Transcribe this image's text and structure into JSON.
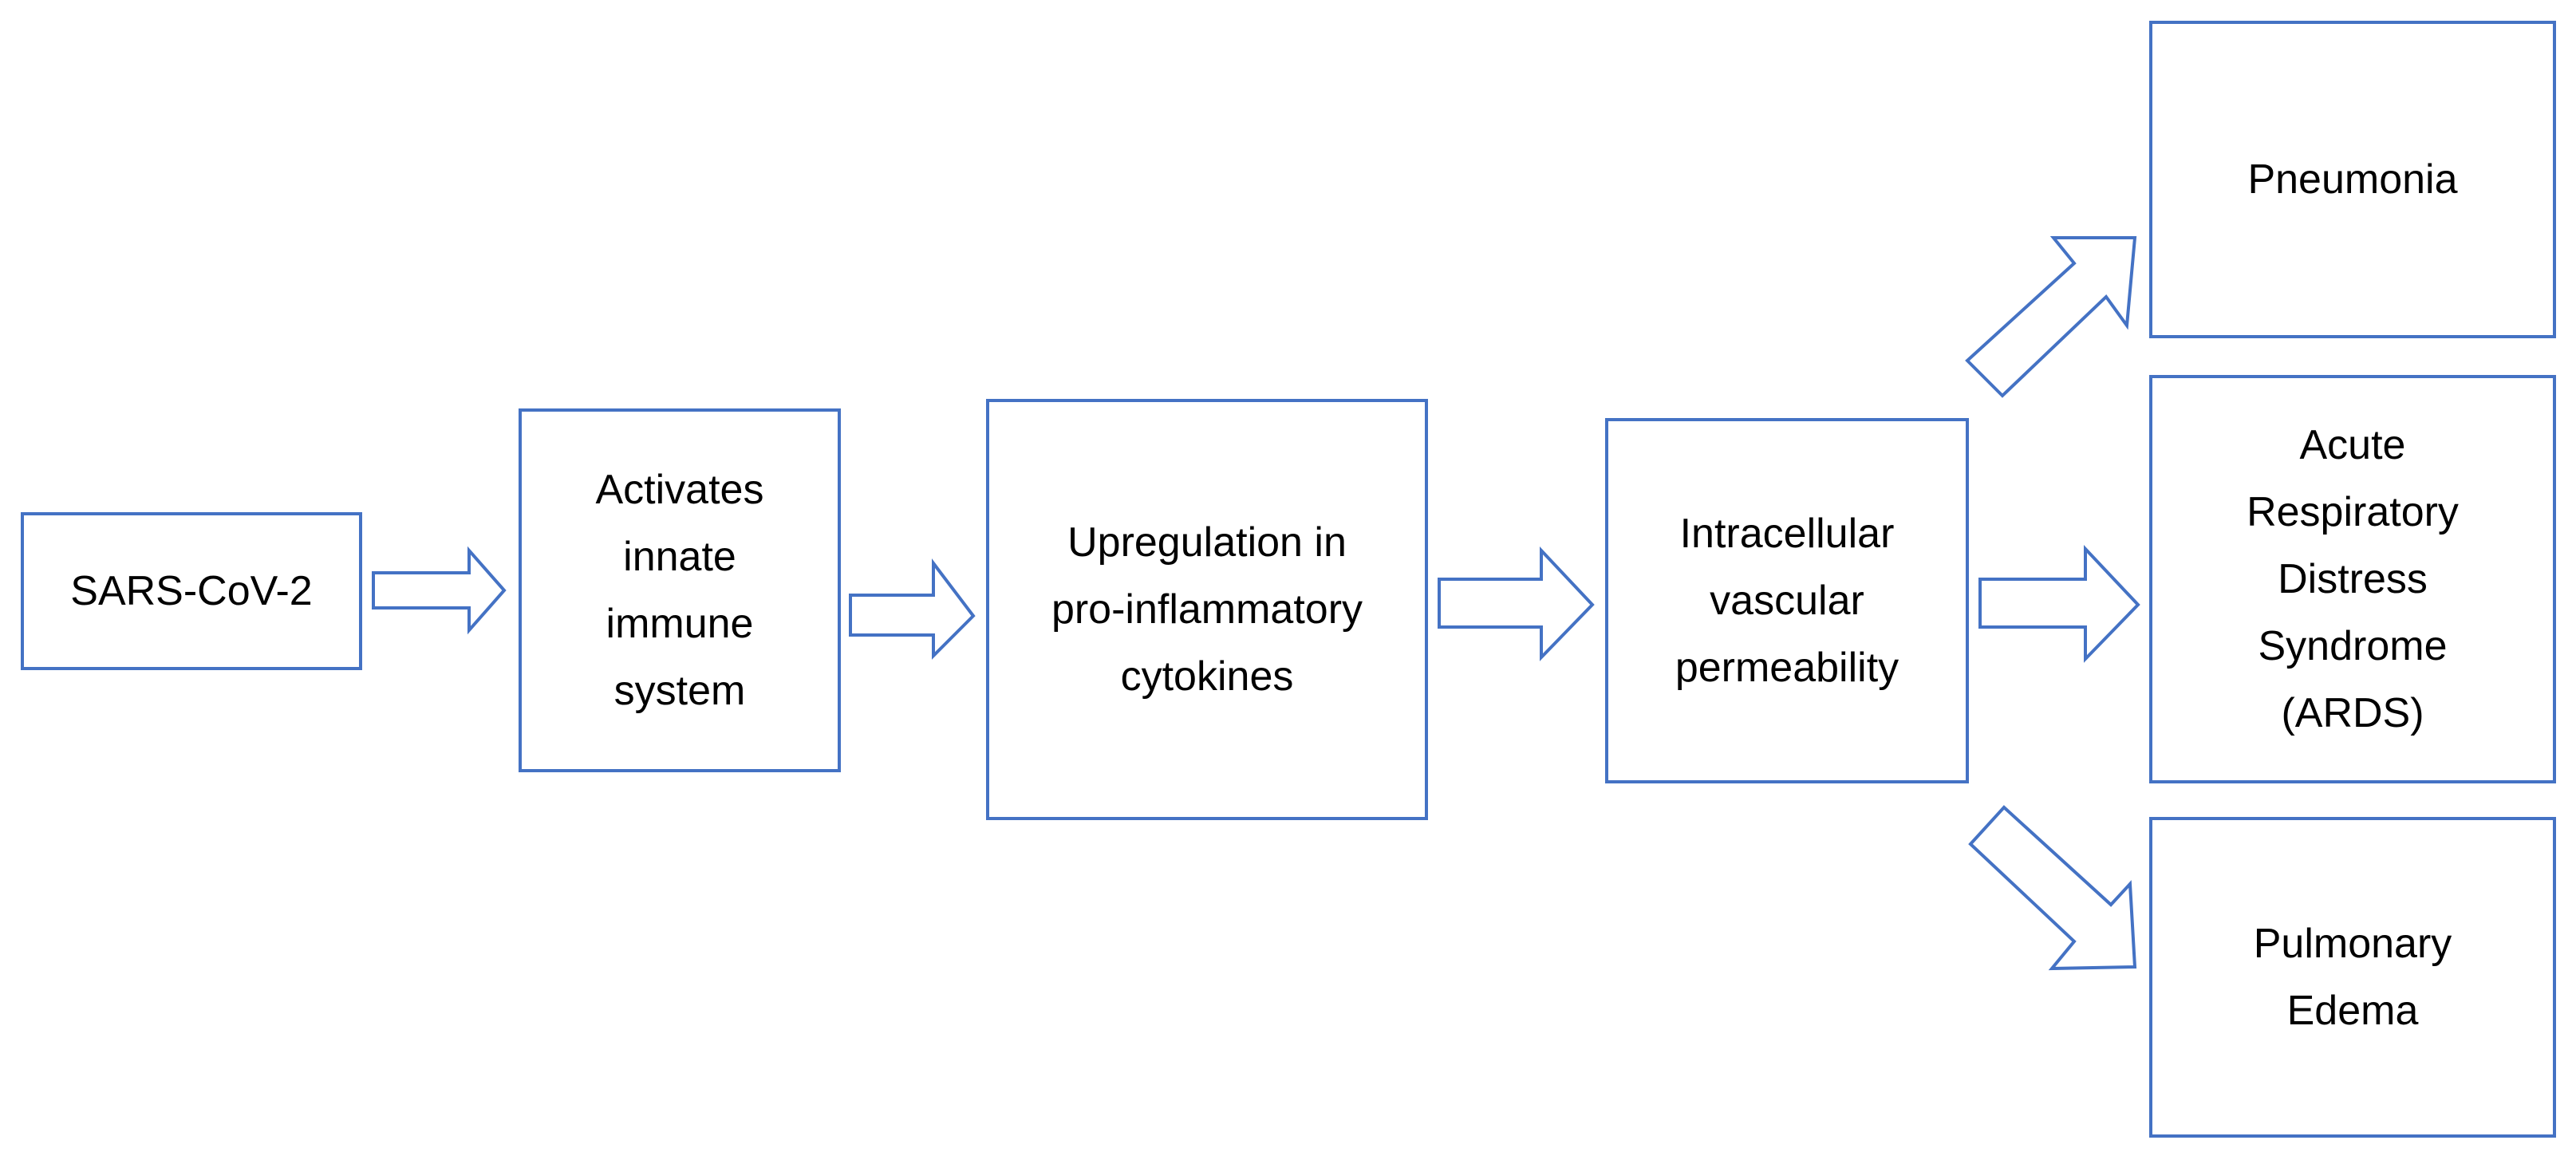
{
  "diagram": {
    "line_color": "#4472C4",
    "fill_color": "#ffffff",
    "text_color": "#000000",
    "nodes": {
      "sars_cov_2": "SARS-CoV-2",
      "innate_immune": "Activates\ninnate\nimmune\nsystem",
      "cytokines": "Upregulation in\npro-inflammatory\ncytokines",
      "permeability": "Intracellular\nvascular\npermeability",
      "pneumonia": "Pneumonia",
      "ards": "Acute\nRespiratory\nDistress\nSyndrome\n(ARDS)",
      "edema": "Pulmonary\nEdema"
    },
    "edges": [
      {
        "from": "SARS-CoV-2",
        "to": "Activates innate immune system"
      },
      {
        "from": "Activates innate immune system",
        "to": "Upregulation in pro-inflammatory cytokines"
      },
      {
        "from": "Upregulation in pro-inflammatory cytokines",
        "to": "Intracellular vascular permeability"
      },
      {
        "from": "Intracellular vascular permeability",
        "to": "Pneumonia"
      },
      {
        "from": "Intracellular vascular permeability",
        "to": "Acute Respiratory Distress Syndrome (ARDS)"
      },
      {
        "from": "Intracellular vascular permeability",
        "to": "Pulmonary Edema"
      }
    ]
  }
}
